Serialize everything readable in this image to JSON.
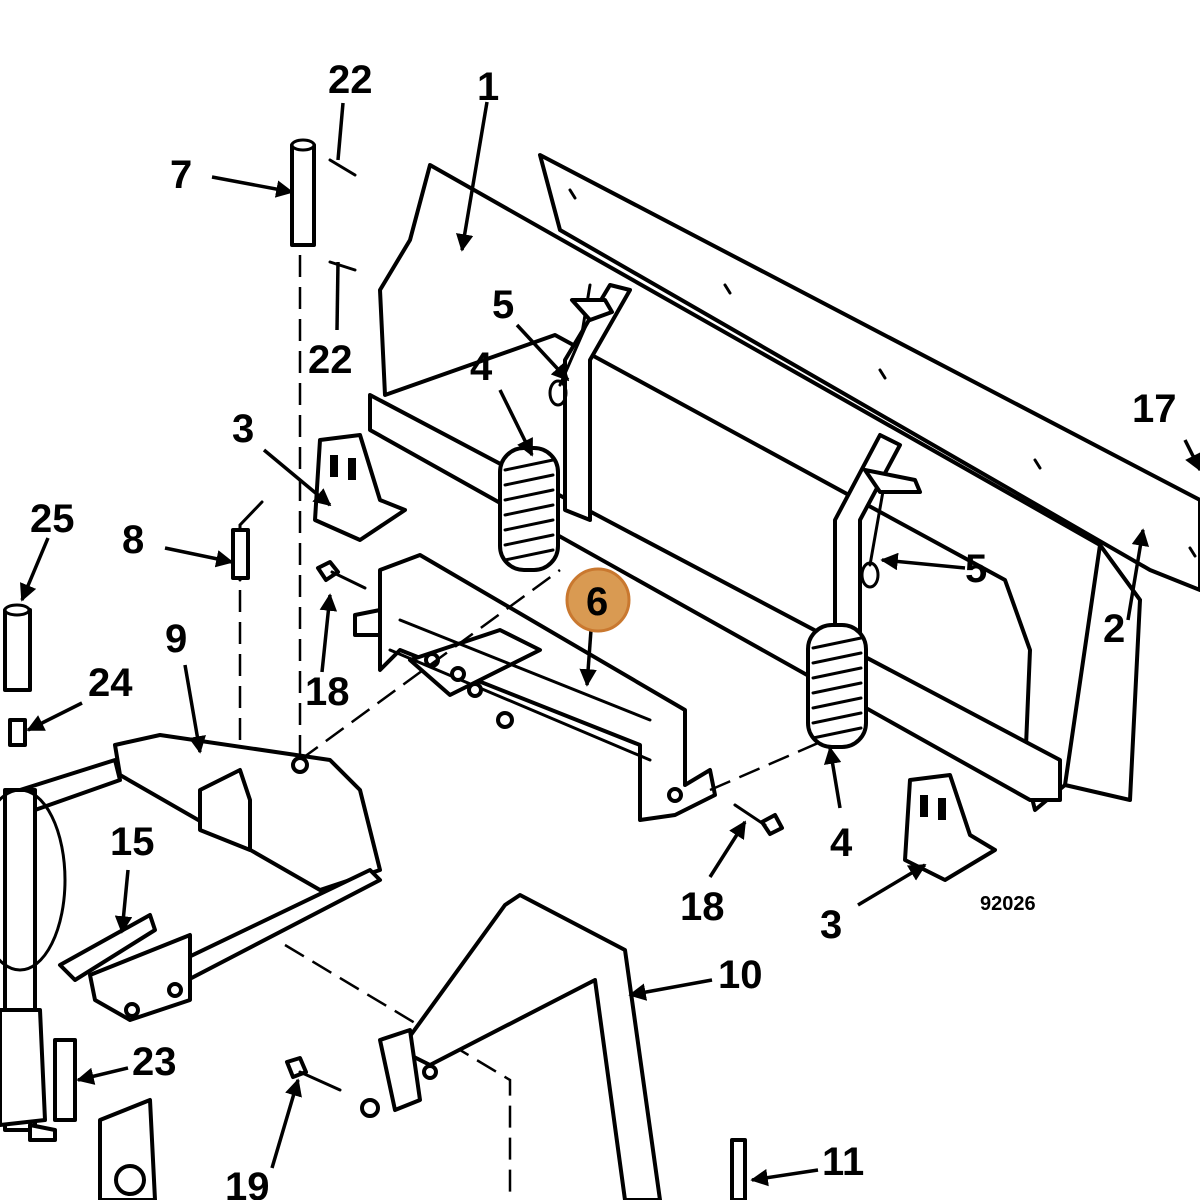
{
  "diagram": {
    "drawing_number": "92026",
    "highlight": {
      "label": "6",
      "color": "#d99a52",
      "stroke": "#c9782f"
    },
    "callouts": {
      "c1": "1",
      "c2": "2",
      "c3a": "3",
      "c3b": "3",
      "c4a": "4",
      "c4b": "4",
      "c5a": "5",
      "c5b": "5",
      "c7": "7",
      "c8": "8",
      "c9": "9",
      "c10": "10",
      "c11": "11",
      "c15": "15",
      "c17": "17",
      "c18a": "18",
      "c18b": "18",
      "c19": "19",
      "c22a": "22",
      "c22b": "22",
      "c23": "23",
      "c24": "24",
      "c25": "25"
    }
  }
}
